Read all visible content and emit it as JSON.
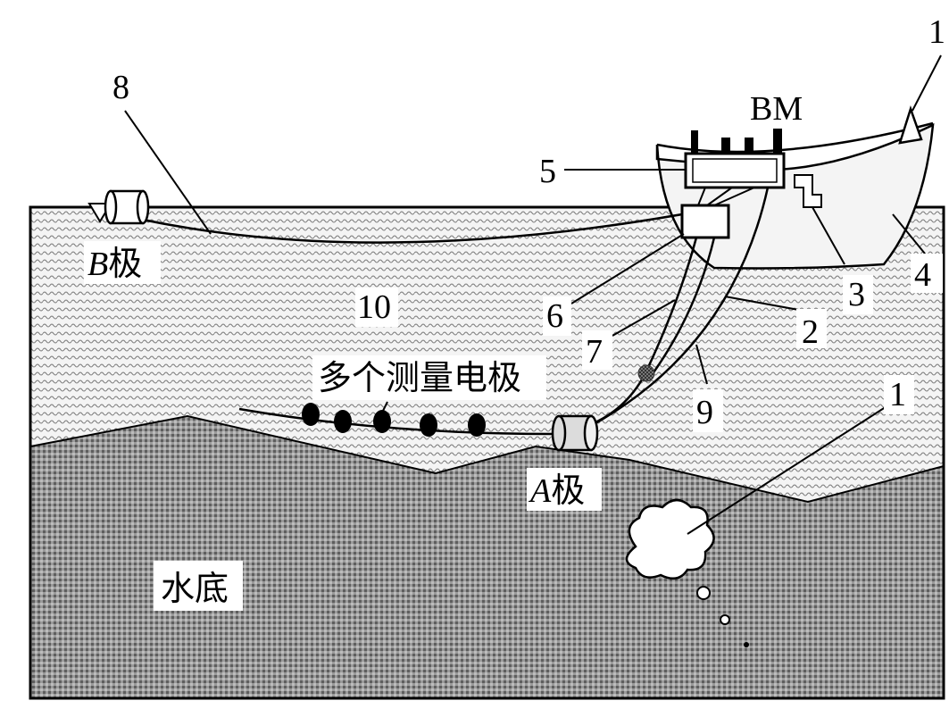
{
  "labels": {
    "bm": "BM",
    "n1_top": "1",
    "n8": "8",
    "n5": "5",
    "n6": "6",
    "n7": "7",
    "n2": "2",
    "n3": "3",
    "n4": "4",
    "n9": "9",
    "n10": "10",
    "n1_bottom": "1",
    "b_pole_letter": "B",
    "b_pole_suffix": "极",
    "a_pole_letter": "A",
    "a_pole_suffix": "极",
    "electrodes": "多个测量电极",
    "seabed": "水底"
  },
  "colors": {
    "water_bg": "#f4f4f4",
    "water_wave": "#7a7a7a",
    "bottom_bg": "#9a9a9a",
    "bottom_dot": "#5e5e5e",
    "ink": "#000000",
    "pole_fill": "#dcdcdc",
    "sensor_fill": "#555555"
  }
}
